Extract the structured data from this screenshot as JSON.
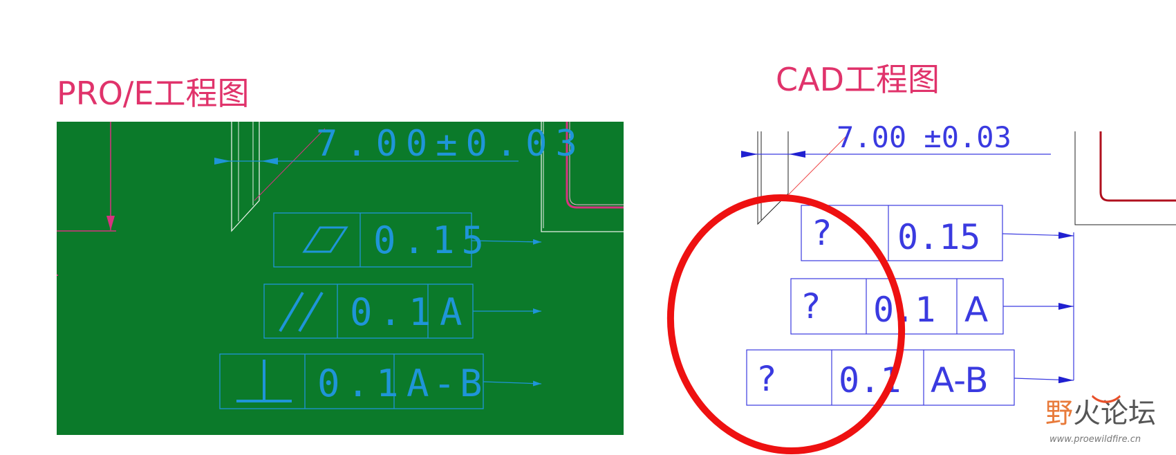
{
  "left_panel": {
    "heading": "PRO/E工程图",
    "dimension": "7.00±0.03",
    "frames": [
      {
        "symbol": "flatness-icon",
        "tolerance": "0.15",
        "datum": ""
      },
      {
        "symbol": "parallelism-icon",
        "tolerance": "0.1",
        "datum": "A"
      },
      {
        "symbol": "perpendicularity-icon",
        "tolerance": "0.1",
        "datum": "A-B"
      }
    ],
    "colors": {
      "background": "#0b7a2a",
      "lines": "#1f95d8",
      "magenta": "#d7337f"
    }
  },
  "right_panel": {
    "heading": "CAD工程图",
    "dimension": "7.00 ±0.03",
    "frames": [
      {
        "symbol": "?",
        "tolerance": "0.15",
        "datum": ""
      },
      {
        "symbol": "?",
        "tolerance": "0.1",
        "datum": "A"
      },
      {
        "symbol": "?",
        "tolerance": "0.1",
        "datum": "A-B"
      }
    ],
    "colors": {
      "lines": "#3a3ae0",
      "highlight": "#ee1111"
    }
  },
  "watermark": {
    "title_part1": "野",
    "title_part2": "火论坛",
    "url": "www.proewildfire.cn"
  }
}
